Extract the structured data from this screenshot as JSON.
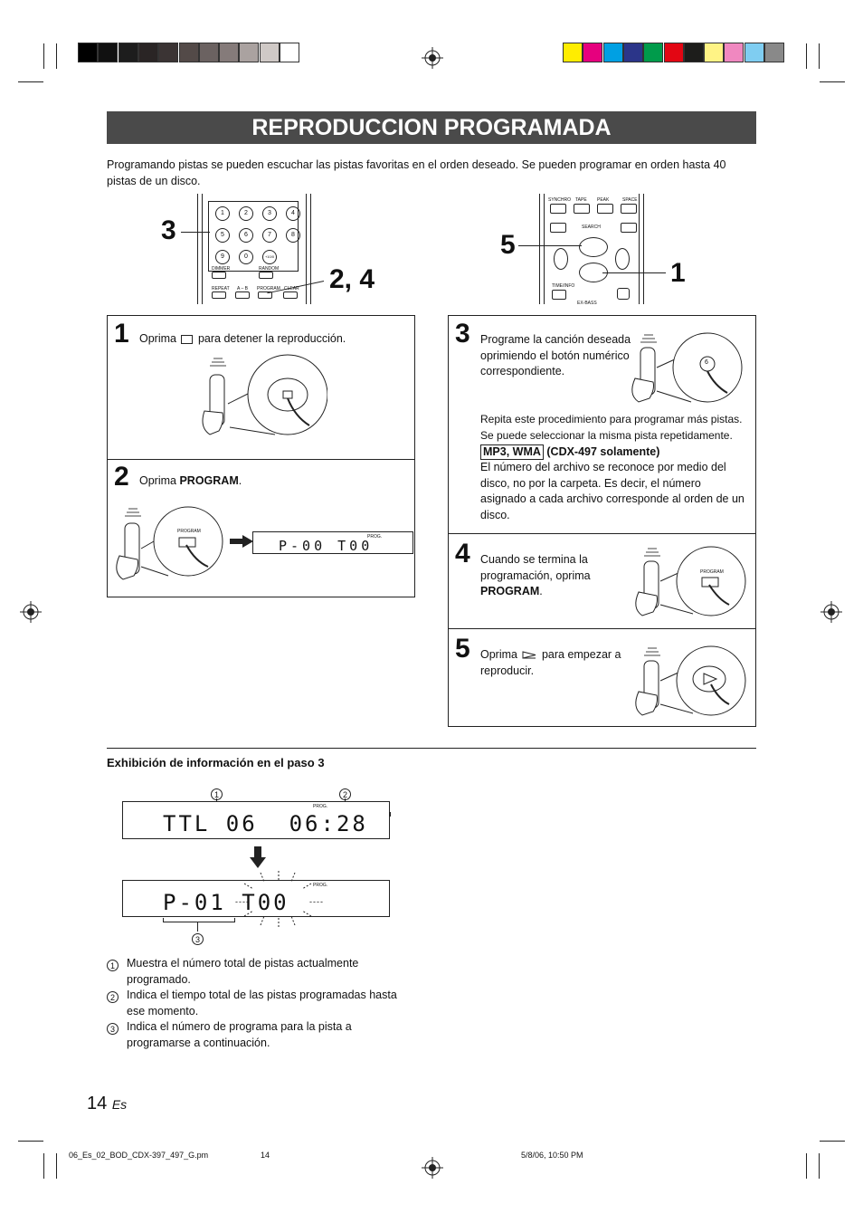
{
  "title": "REPRODUCCION PROGRAMADA",
  "intro": "Programando pistas se pueden escuchar las pistas favoritas en el orden deseado. Se pueden programar en orden hasta 40 pistas de un disco.",
  "colors": {
    "title_bg": "#4a4a4a"
  },
  "colorbar_left": [
    "#000000",
    "#111111",
    "#1d1d1d",
    "#2a2525",
    "#3b3434",
    "#534a48",
    "#6b6261",
    "#857b7a",
    "#aaa2a0",
    "#cfc9c6",
    "#ffffff"
  ],
  "colorbar_right": [
    "#ffed00",
    "#e6007e",
    "#00a0e3",
    "#2b3589",
    "#009b4b",
    "#e30613",
    "#1d1d1b",
    "#fff385",
    "#f088c0",
    "#7fcdf1",
    "#898989"
  ],
  "remote_left": {
    "callout_top": "3",
    "callout_right": "2, 4",
    "keys": [
      "1",
      "2",
      "3",
      "4",
      "5",
      "6",
      "7",
      "8",
      "9",
      "0",
      "+10/0"
    ],
    "labels": [
      "DIMMER",
      "RANDOM",
      "REPEAT",
      "A – B",
      "PROGRAM",
      "CLEAR"
    ]
  },
  "remote_right": {
    "callout_left": "5",
    "callout_right": "1",
    "labels": [
      "SYNCHRO",
      "TAPE",
      "PEAK",
      "SPACE",
      "SEARCH",
      "TIME/INFO",
      "EX-BASS"
    ]
  },
  "steps": {
    "s1": {
      "num": "1",
      "pre": "Oprima",
      "post": "para detener la reproducción."
    },
    "s2": {
      "num": "2",
      "pre": "Oprima ",
      "bold": "PROGRAM",
      "post": ".",
      "button": "PROGRAM",
      "lcd": "P-00 T00",
      "lcd_badge": "PROG."
    },
    "s3": {
      "num": "3",
      "text": "Programe la canción deseada oprimiendo el botón numérico correspondiente.",
      "key": "6",
      "repeat": "Repita este procedimiento para programar más pistas. Se puede seleccionar la misma pista repetidamente.",
      "tag": "MP3, WMA",
      "tag_note": "(CDX-497 solamente)",
      "mp3_text": "El número del archivo se reconoce por medio del disco, no por la carpeta. Es decir, el número asignado a cada archivo corresponde al orden de un disco."
    },
    "s4": {
      "num": "4",
      "pre": "Cuando se termina la programación, oprima ",
      "bold": "PROGRAM",
      "post": ".",
      "button": "PROGRAM"
    },
    "s5": {
      "num": "5",
      "pre": "Oprima",
      "post": "para empezar a reproducir."
    }
  },
  "info": {
    "heading": "Exhibición de información en el paso 3",
    "lcd1": "TTL 06  06:28",
    "lcd1_badge": "PROG.",
    "lcd2": "P-01 T00",
    "lcd2_badge": "PROG.",
    "dash": "----",
    "marker1": "1",
    "marker2": "2",
    "marker3": "3",
    "notes": [
      {
        "n": "1",
        "t": "Muestra el número total de pistas actualmente programado."
      },
      {
        "n": "2",
        "t": "Indica el tiempo total de las pistas programadas hasta ese momento."
      },
      {
        "n": "3",
        "t": "Indica el número de programa para la pista a programarse a continuación."
      }
    ]
  },
  "page": {
    "number": "14",
    "lang": "Es"
  },
  "footer": {
    "file": "06_Es_02_BOD_CDX-397_497_G.pm",
    "page": "14",
    "date": "5/8/06, 10:50 PM"
  }
}
